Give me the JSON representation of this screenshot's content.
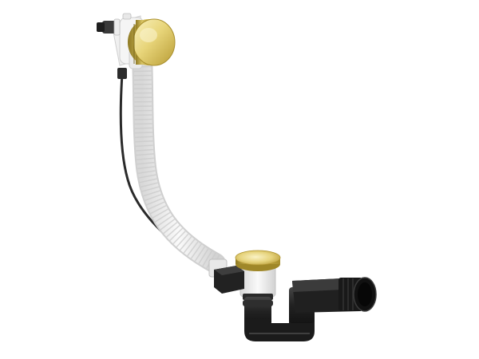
{
  "image": {
    "subject": "bath-waste-overflow-fitting",
    "background_color": "#ffffff"
  },
  "colors": {
    "brass": "#e6d277",
    "brass_dark": "#b59a30",
    "brass_light": "#f7eeb4",
    "white_plastic": "#f3f3f3",
    "white_plastic_shadow": "#d5d5d5",
    "black_plastic": "#1f1f1f",
    "black_plastic_light": "#3d3d3d",
    "cable": "#2a2a2a"
  },
  "parts": {
    "overflow_knob": "brass-finish",
    "drain_plug": "brass-finish",
    "hose": "white-corrugated",
    "trap": "black-plastic",
    "cable": "black-bowden-cable"
  }
}
